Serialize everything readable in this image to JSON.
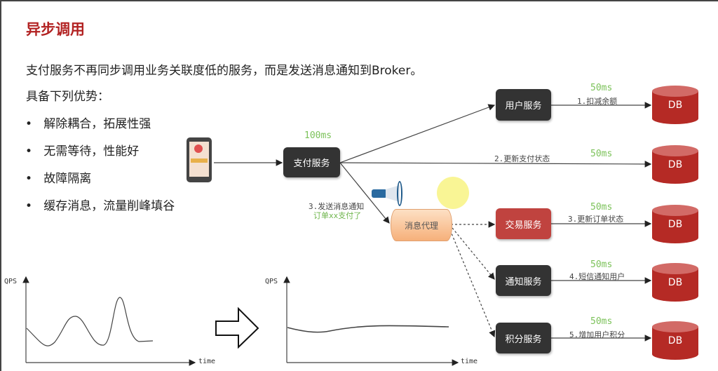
{
  "title": "异步调用",
  "intro": "支付服务不再同步调用业务关联度低的服务，而是发送消息通知到Broker。",
  "advantages_heading": "具备下列优势：",
  "advantages": [
    "解除耦合，拓展性强",
    "无需等待，性能好",
    "故障隔离",
    "缓存消息，流量削峰填谷"
  ],
  "diagram": {
    "pay_service": {
      "label": "支付服务",
      "latency": "100ms"
    },
    "broker": {
      "label": "消息代理",
      "send_label": "3.发送消息通知",
      "send_msg": "订单xx支付了"
    },
    "services": [
      {
        "label": "用户服务",
        "action": "1.扣减余额",
        "latency": "50ms",
        "color": "#333333"
      },
      {
        "label": "交易服务",
        "action": "3.更新订单状态",
        "latency": "50ms",
        "color": "#c0433f"
      },
      {
        "label": "通知服务",
        "action": "4.短信通知用户",
        "latency": "50ms",
        "color": "#333333"
      },
      {
        "label": "积分服务",
        "action": "5.增加用户积分",
        "latency": "50ms",
        "color": "#333333"
      }
    ],
    "direct_db": {
      "action": "2.更新支付状态",
      "latency": "50ms"
    },
    "db_label": "DB"
  },
  "charts": {
    "y_label": "QPS",
    "x_label": "time"
  }
}
